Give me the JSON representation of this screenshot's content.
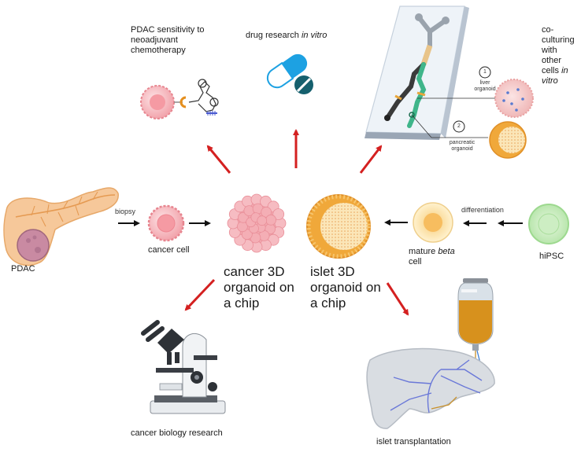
{
  "labels": {
    "pdac_sensitivity_line1": "PDAC sensitivity to",
    "pdac_sensitivity_line2": "neoadjuvant",
    "pdac_sensitivity_line3": "chemotherapy",
    "drug_research": "drug research",
    "drug_research_italic": "in vitro",
    "coculturing_line1": "co-",
    "coculturing_line2": "culturing",
    "coculturing_line3": "with",
    "coculturing_line4": "other",
    "coculturing_line5": "cells",
    "coculturing_line5_italic": "in",
    "coculturing_line6_italic": "vitro",
    "marker_1": "1",
    "marker_2": "2",
    "liver_organoid_line1": "liver",
    "liver_organoid_line2": "organoid",
    "pancreatic_organoid_line1": "pancreatic",
    "pancreatic_organoid_line2": "organoid",
    "biopsy": "biopsy",
    "pdac": "PDAC",
    "cancer_cell": "cancer cell",
    "cancer_organoid_line1": "cancer 3D",
    "cancer_organoid_line2": "organoid on",
    "cancer_organoid_line3": "a chip",
    "islet_organoid_line1": "islet 3D",
    "islet_organoid_line2": "organoid on",
    "islet_organoid_line3": "a chip",
    "mature_beta_line1": "mature",
    "mature_beta_italic": "beta",
    "mature_beta_line2": "cell",
    "differentiation": "differentiation",
    "hipsc": "hiPSC",
    "cancer_biology_research": "cancer biology research",
    "islet_transplantation": "islet transplantation"
  },
  "icons": [
    "pancreas-icon",
    "cancer-cell-icon",
    "cancer-organoid-icon",
    "islet-organoid-icon",
    "beta-cell-icon",
    "hipsc-cell-icon",
    "aptamer-cell-icon",
    "drug-pill-icon",
    "chip-icon",
    "liver-organoid-icon",
    "pancreatic-organoid-icon",
    "microscope-icon",
    "iv-bag-icon",
    "liver-icon"
  ],
  "colors": {
    "arrow_red": "#d42020",
    "arrow_black": "#111111",
    "islet_yellow": "#f3b54a",
    "cancer_pink": "#f2a7ad",
    "chip_green": "#3fb58a",
    "pill_blue": "#1da1e2",
    "pill_teal": "#16606e"
  }
}
